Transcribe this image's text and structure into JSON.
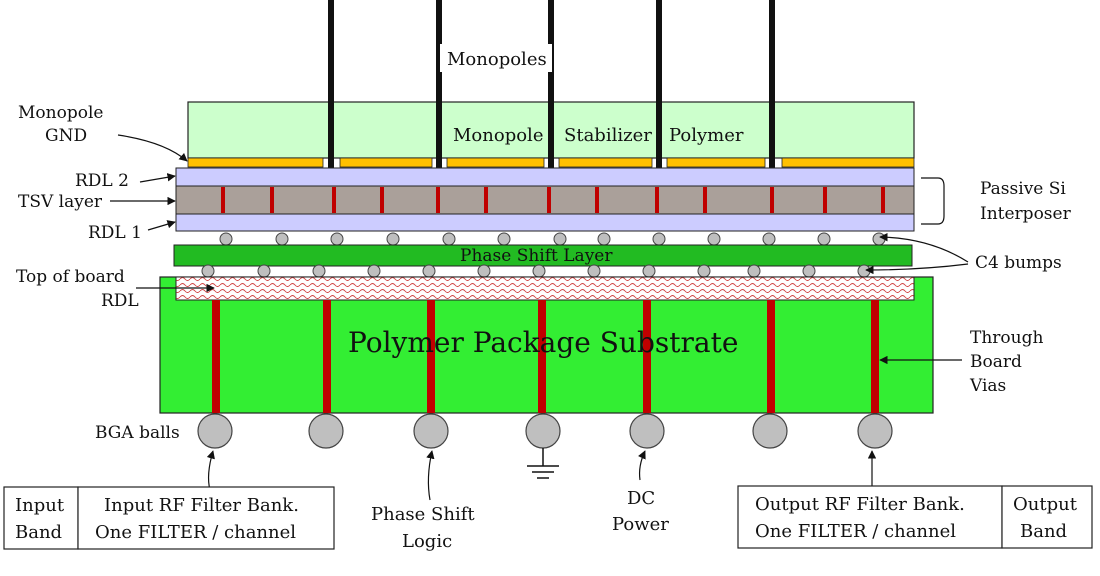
{
  "colors": {
    "polymer_light_green": "#ccffcc",
    "gnd_orange": "#ffc000",
    "rdl_lavender": "#ccccff",
    "tsv_gray": "#aaa09a",
    "via_red": "#c00000",
    "substrate_green": "#33ee33",
    "phase_shift_green": "#22bb22",
    "ball_gray": "#bfbfbf"
  },
  "labels": {
    "monopoles": "Monopoles",
    "monopole_gnd_line1": "Monopole",
    "monopole_gnd_line2": "GND",
    "stabilizer_word1": "Monopole",
    "stabilizer_word2": "Stabilizer",
    "stabilizer_word3": "Polymer",
    "rdl2": "RDL 2",
    "tsv_layer": "TSV layer",
    "rdl1": "RDL 1",
    "passive_si_line1": "Passive Si",
    "passive_si_line2": "Interposer",
    "phase_shift_layer": "Phase Shift Layer",
    "c4_bumps": "C4 bumps",
    "top_of_board_line1": "Top of board",
    "top_of_board_line2": "RDL",
    "polymer_package_substrate": "Polymer Package Substrate",
    "through_board_line1": "Through",
    "through_board_line2": "Board",
    "through_board_line3": "Vias",
    "bga_balls": "BGA balls",
    "phase_shift_logic_line1": "Phase Shift",
    "phase_shift_logic_line2": "Logic",
    "dc_power_line1": "DC",
    "dc_power_line2": "Power"
  },
  "boxes": {
    "input_band_line1": "Input",
    "input_band_line2": "Band",
    "input_filter_line1": "Input RF Filter Bank.",
    "input_filter_line2": "One FILTER / channel",
    "output_filter_line1": "Output RF Filter Bank.",
    "output_filter_line2": "One FILTER / channel",
    "output_band_line1": "Output",
    "output_band_line2": "Band"
  }
}
